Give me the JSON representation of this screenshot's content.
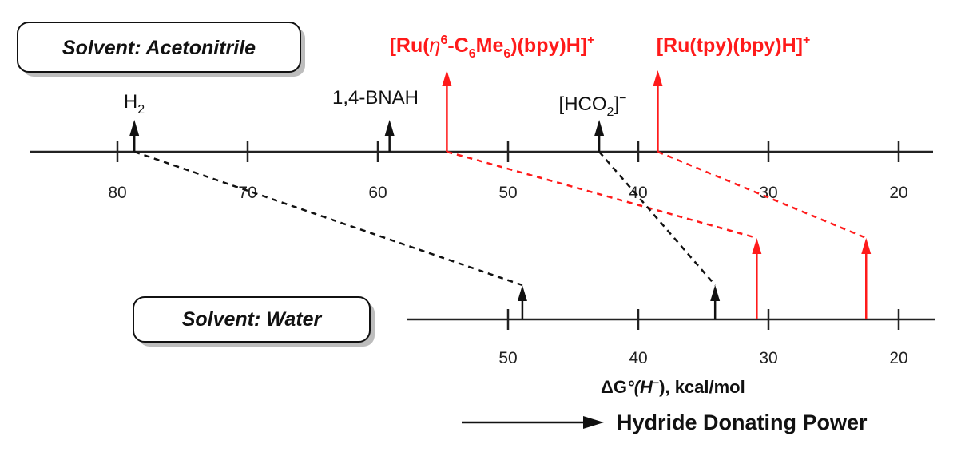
{
  "solvent_top": "Solvent: Acetonitrile",
  "solvent_bottom": "Solvent: Water",
  "axis_ticks_top": [
    80,
    70,
    60,
    50,
    40,
    30,
    20
  ],
  "axis_ticks_bottom": [
    50,
    40,
    30,
    20
  ],
  "axis_label": {
    "pre": "ΔG",
    "g": "°(H",
    "sup": "−",
    "post": "), kcal/mol"
  },
  "power_label": "Hydride Donating Power",
  "colors": {
    "black": "#111111",
    "red": "#ff1a1a"
  },
  "compounds": [
    {
      "id": "h2",
      "color": "black",
      "acetonitrile": 78.7,
      "water": 48.9,
      "label_parts": [
        {
          "t": "H",
          "s": ""
        },
        {
          "t": "2",
          "s": "sub"
        }
      ]
    },
    {
      "id": "bnah",
      "color": "black",
      "acetonitrile": 59.1,
      "label_parts": [
        {
          "t": "1,4-BNAH",
          "s": ""
        }
      ]
    },
    {
      "id": "ru-c6me6",
      "color": "red",
      "acetonitrile": 54.7,
      "water": 30.9,
      "label_parts": [
        {
          "t": "[Ru(",
          "s": ""
        },
        {
          "t": "η",
          "s": "it"
        },
        {
          "t": "6",
          "s": "sup"
        },
        {
          "t": "-C",
          "s": ""
        },
        {
          "t": "6",
          "s": "sub"
        },
        {
          "t": "Me",
          "s": ""
        },
        {
          "t": "6",
          "s": "sub"
        },
        {
          "t": ")(bpy)H]",
          "s": ""
        },
        {
          "t": "+",
          "s": "sup"
        }
      ]
    },
    {
      "id": "hco2",
      "color": "black",
      "acetonitrile": 43.0,
      "water": 34.1,
      "label_parts": [
        {
          "t": "[HCO",
          "s": ""
        },
        {
          "t": "2",
          "s": "sub"
        },
        {
          "t": "]",
          "s": ""
        },
        {
          "t": "−",
          "s": "sup"
        }
      ]
    },
    {
      "id": "ru-tpy",
      "color": "red",
      "acetonitrile": 38.5,
      "water": 22.5,
      "label_parts": [
        {
          "t": "[Ru(tpy)(bpy)H]",
          "s": ""
        },
        {
          "t": "+",
          "s": "sup"
        }
      ]
    }
  ]
}
